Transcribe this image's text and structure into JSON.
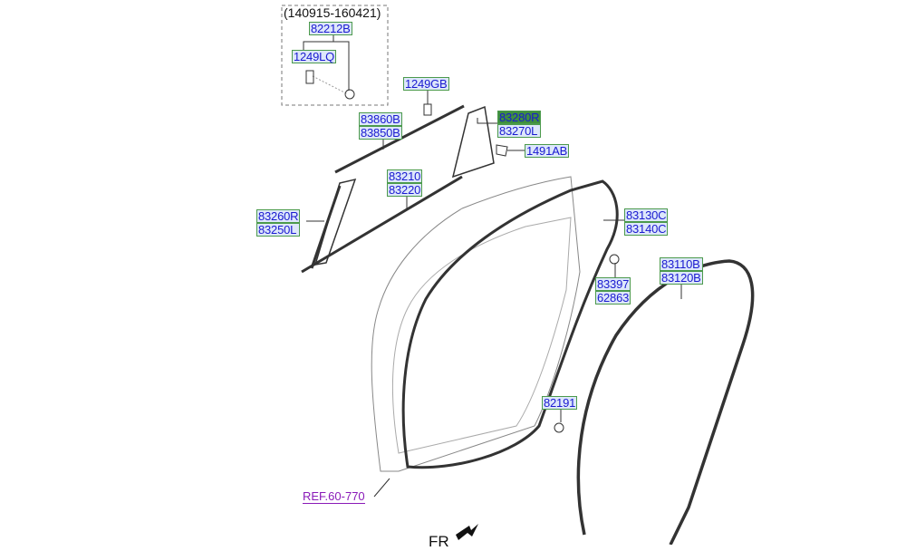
{
  "diagram": {
    "date_range_note": "(140915-160421)",
    "labels": {
      "p82212B": "82212B",
      "p1249LQ": "1249LQ",
      "p1249GB": "1249GB",
      "p83280R": "83280R",
      "p83270L": "83270L",
      "p1491AB": "1491AB",
      "p83860B": "83860B",
      "p83850B": "83850B",
      "p83210": "83210",
      "p83220": "83220",
      "p83260R": "83260R",
      "p83250L": "83250L",
      "p83130C": "83130C",
      "p83140C": "83140C",
      "p83397": "83397",
      "p62863": "62863",
      "p83110B": "83110B",
      "p83120B": "83120B",
      "p82191": "82191"
    },
    "reference": "REF.60-770",
    "direction": "FR",
    "highlight_color": "#3f8f3f"
  }
}
